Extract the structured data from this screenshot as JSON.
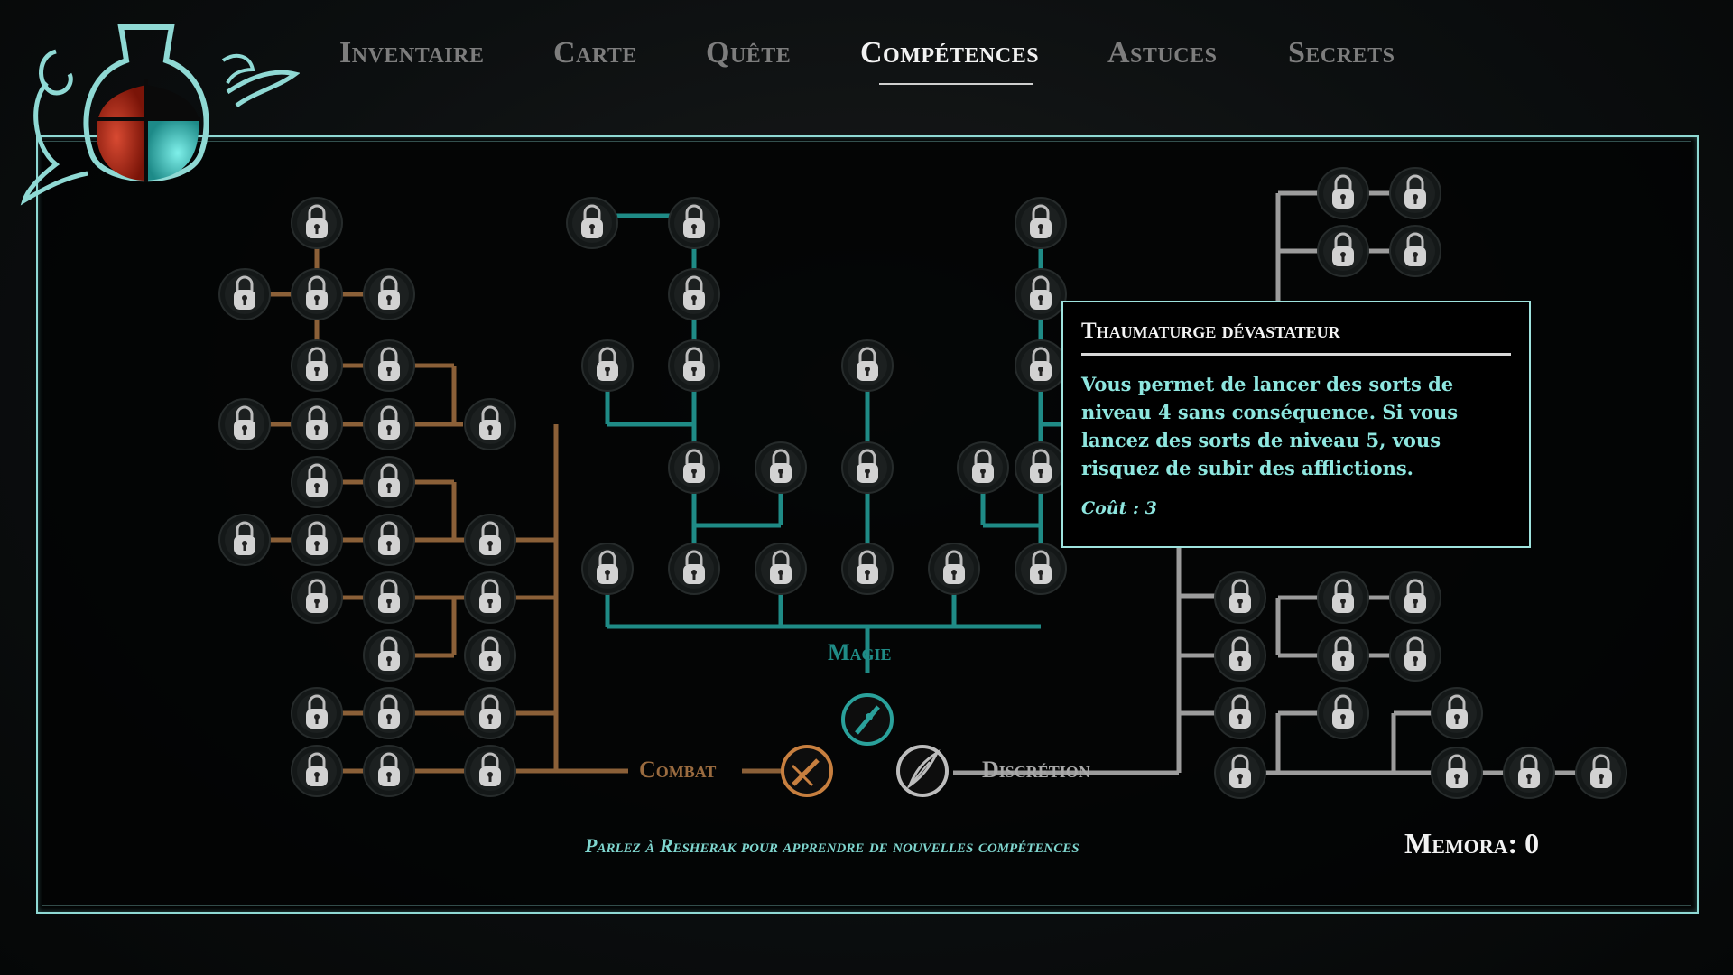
{
  "nav": {
    "tabs": [
      {
        "label": "Inventaire",
        "active": false
      },
      {
        "label": "Carte",
        "active": false
      },
      {
        "label": "Quête",
        "active": false
      },
      {
        "label": "Compétences",
        "active": true
      },
      {
        "label": "Astuces",
        "active": false
      },
      {
        "label": "Secrets",
        "active": false
      }
    ]
  },
  "branches": {
    "combat": {
      "label": "Combat",
      "color": "#9a6b3f",
      "icon": "sword-icon"
    },
    "magie": {
      "label": "Magie",
      "color": "#1f8b86",
      "icon": "magic-quill-icon"
    },
    "discretion": {
      "label": "Discrétion",
      "color": "#a8a8a8",
      "icon": "feather-dagger-icon"
    }
  },
  "tooltip": {
    "title": "Thaumaturge dévastateur",
    "description": "Vous permet de lancer des sorts de niveau 4 sans conséquence. Si vous lancez des sorts de niveau 5, vous risquez de subir des afflictions.",
    "cost": "Coût : 3"
  },
  "hint": "Parlez à Resherak pour apprendre de nouvelles compétences",
  "memora": "Memora: 0",
  "skill_node_icon": "padlock-icon",
  "potion_icon": "health-mana-potion-icon"
}
